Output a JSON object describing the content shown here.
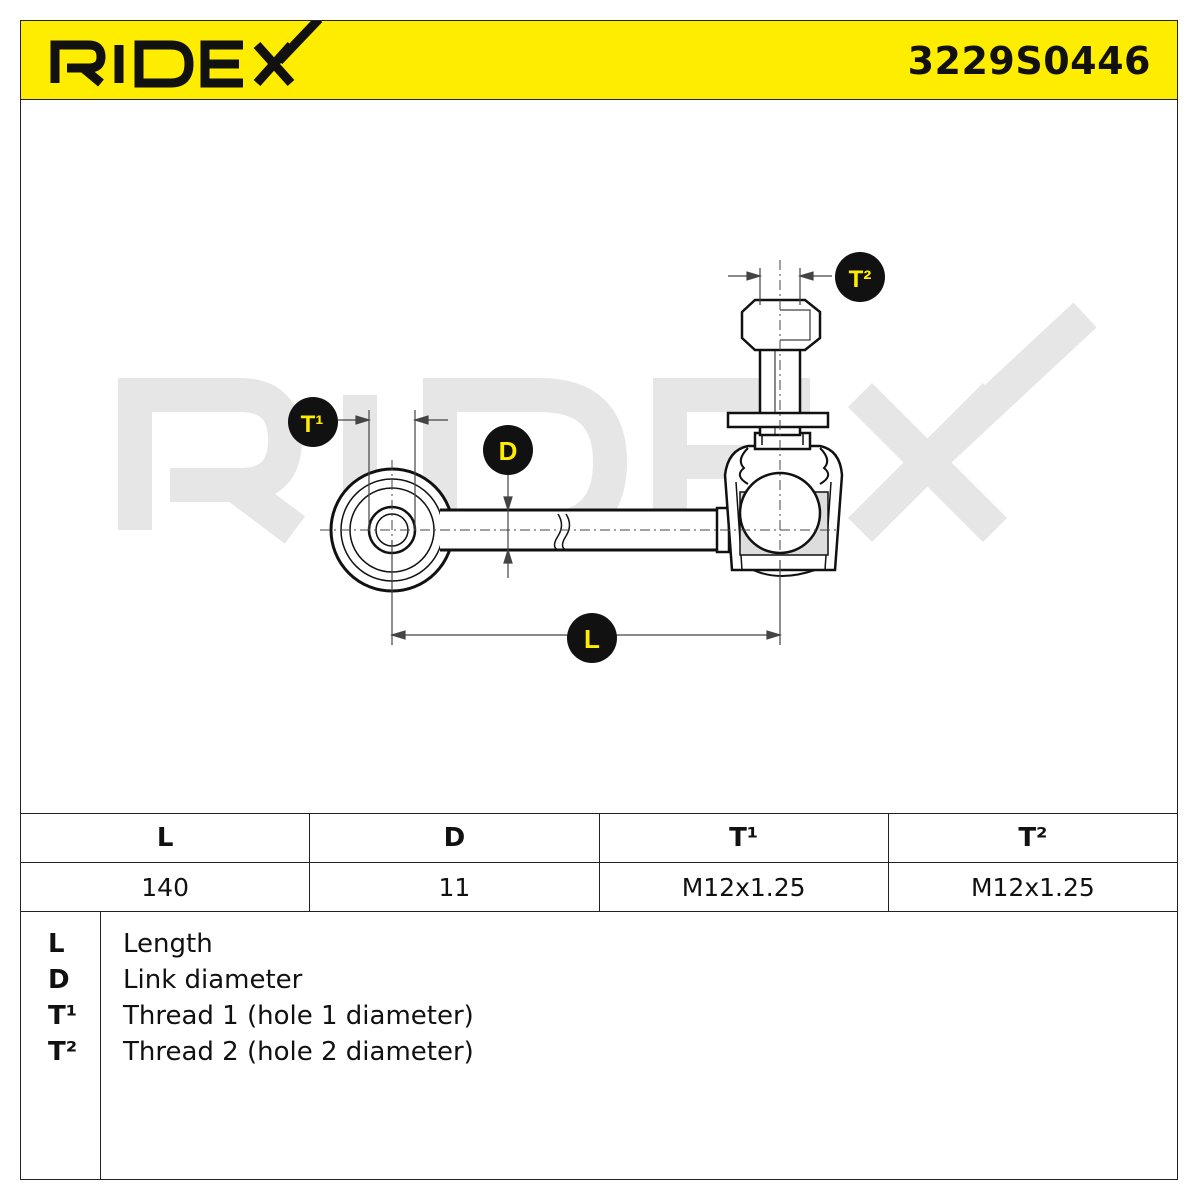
{
  "header": {
    "brand": "RIDEX",
    "part_number": "3229S0446",
    "background_color": "#ffed00"
  },
  "drawing": {
    "watermark": "RIDEX",
    "callouts": {
      "t1": "T¹",
      "t2": "T²",
      "d": "D",
      "l": "L"
    }
  },
  "spec_table": {
    "columns": [
      "L",
      "D",
      "T¹",
      "T²"
    ],
    "values": [
      "140",
      "11",
      "M12x1.25",
      "M12x1.25"
    ]
  },
  "legend": [
    {
      "key": "L",
      "description": "Length"
    },
    {
      "key": "D",
      "description": "Link diameter"
    },
    {
      "key": "T¹",
      "description": "Thread 1 (hole 1 diameter)"
    },
    {
      "key": "T²",
      "description": "Thread 2 (hole 2 diameter)"
    }
  ]
}
